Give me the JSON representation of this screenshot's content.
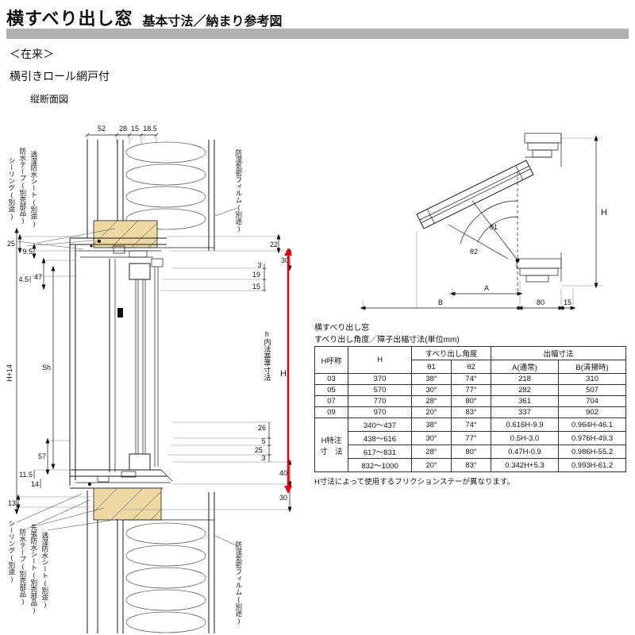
{
  "page": {
    "title": "横すべり出し窓",
    "subtitle": "基本寸法／納まり参考図",
    "construction_type": "＜在来＞",
    "screen_type": "横引きロール網戸付",
    "view_name": "縦断面図"
  },
  "colors": {
    "header_bar": "#b1b1b1",
    "wood_fill": "#eed9a4",
    "dimension_red": "#e60012"
  },
  "section": {
    "top_dims": [
      "52",
      "28",
      "15",
      "18.5"
    ],
    "left_dims": [
      "25",
      "9.5",
      "4.5",
      "47",
      "57",
      "11.5",
      "14",
      "13"
    ],
    "dim_h_plus_14": "H+14",
    "dim_sh": "Sh",
    "right_dims_top": [
      "22",
      "30",
      "3",
      "19",
      "15"
    ],
    "right_dims_bottom": [
      "26",
      "5",
      "25",
      "3",
      "40",
      "30"
    ],
    "inner_height_label": "h内法基準寸法",
    "height_label": "H",
    "callouts_top_left": [
      "シーリング(別途)",
      "防水テープ(別売部品)",
      "透湿防水シート(別途)"
    ],
    "callout_top_right": "防湿気密フィルム(別途)",
    "callouts_bottom_left": [
      "シーリング(別途)",
      "防水テープ(別売部品)",
      "先張防水シート(別売部品)",
      "透湿防水シート(別途)"
    ],
    "callout_bottom_right": "防湿気密フィルム(別途)"
  },
  "angle_diagram": {
    "theta1": "θ1",
    "theta2": "θ2",
    "dim_a": "A",
    "dim_b": "B",
    "dim_80": "80",
    "dim_15": "15",
    "dim_h": "H"
  },
  "spec": {
    "title": "横すべり出し窓",
    "subtitle": "すべり出し角度／障子出幅寸法(単位mm)",
    "note": "H寸法によって使用するフリクションステーが異なります。",
    "table": {
      "col_h_name": "H呼称",
      "col_h": "H",
      "group_angle": "すべり出し角度",
      "group_width": "出幅寸法",
      "col_theta1": "θ1",
      "col_theta2": "θ2",
      "col_a": "A(通常)",
      "col_b": "B(清掃時)",
      "custom_label_line1": "H特注",
      "custom_label_line2": "寸　法",
      "rows": [
        {
          "name": "03",
          "h": "370",
          "t1": "38°",
          "t2": "74°",
          "a": "218",
          "b": "310"
        },
        {
          "name": "05",
          "h": "570",
          "t1": "30°",
          "t2": "77°",
          "a": "282",
          "b": "507"
        },
        {
          "name": "07",
          "h": "770",
          "t1": "28°",
          "t2": "80°",
          "a": "361",
          "b": "704"
        },
        {
          "name": "09",
          "h": "970",
          "t1": "20°",
          "t2": "83°",
          "a": "337",
          "b": "902"
        }
      ],
      "custom_rows": [
        {
          "h": "340〜437",
          "t1": "38°",
          "t2": "74°",
          "a": "0.616H-9.9",
          "b": "0.964H-46.1"
        },
        {
          "h": "438〜616",
          "t1": "30°",
          "t2": "77°",
          "a": "0.5H-3.0",
          "b": "0.976H-49.3"
        },
        {
          "h": "617〜831",
          "t1": "28°",
          "t2": "80°",
          "a": "0.47H-0.9",
          "b": "0.986H-55.2"
        },
        {
          "h": "832〜1000",
          "t1": "20°",
          "t2": "83°",
          "a": "0.342H+5.3",
          "b": "0.993H-61.2"
        }
      ]
    }
  }
}
